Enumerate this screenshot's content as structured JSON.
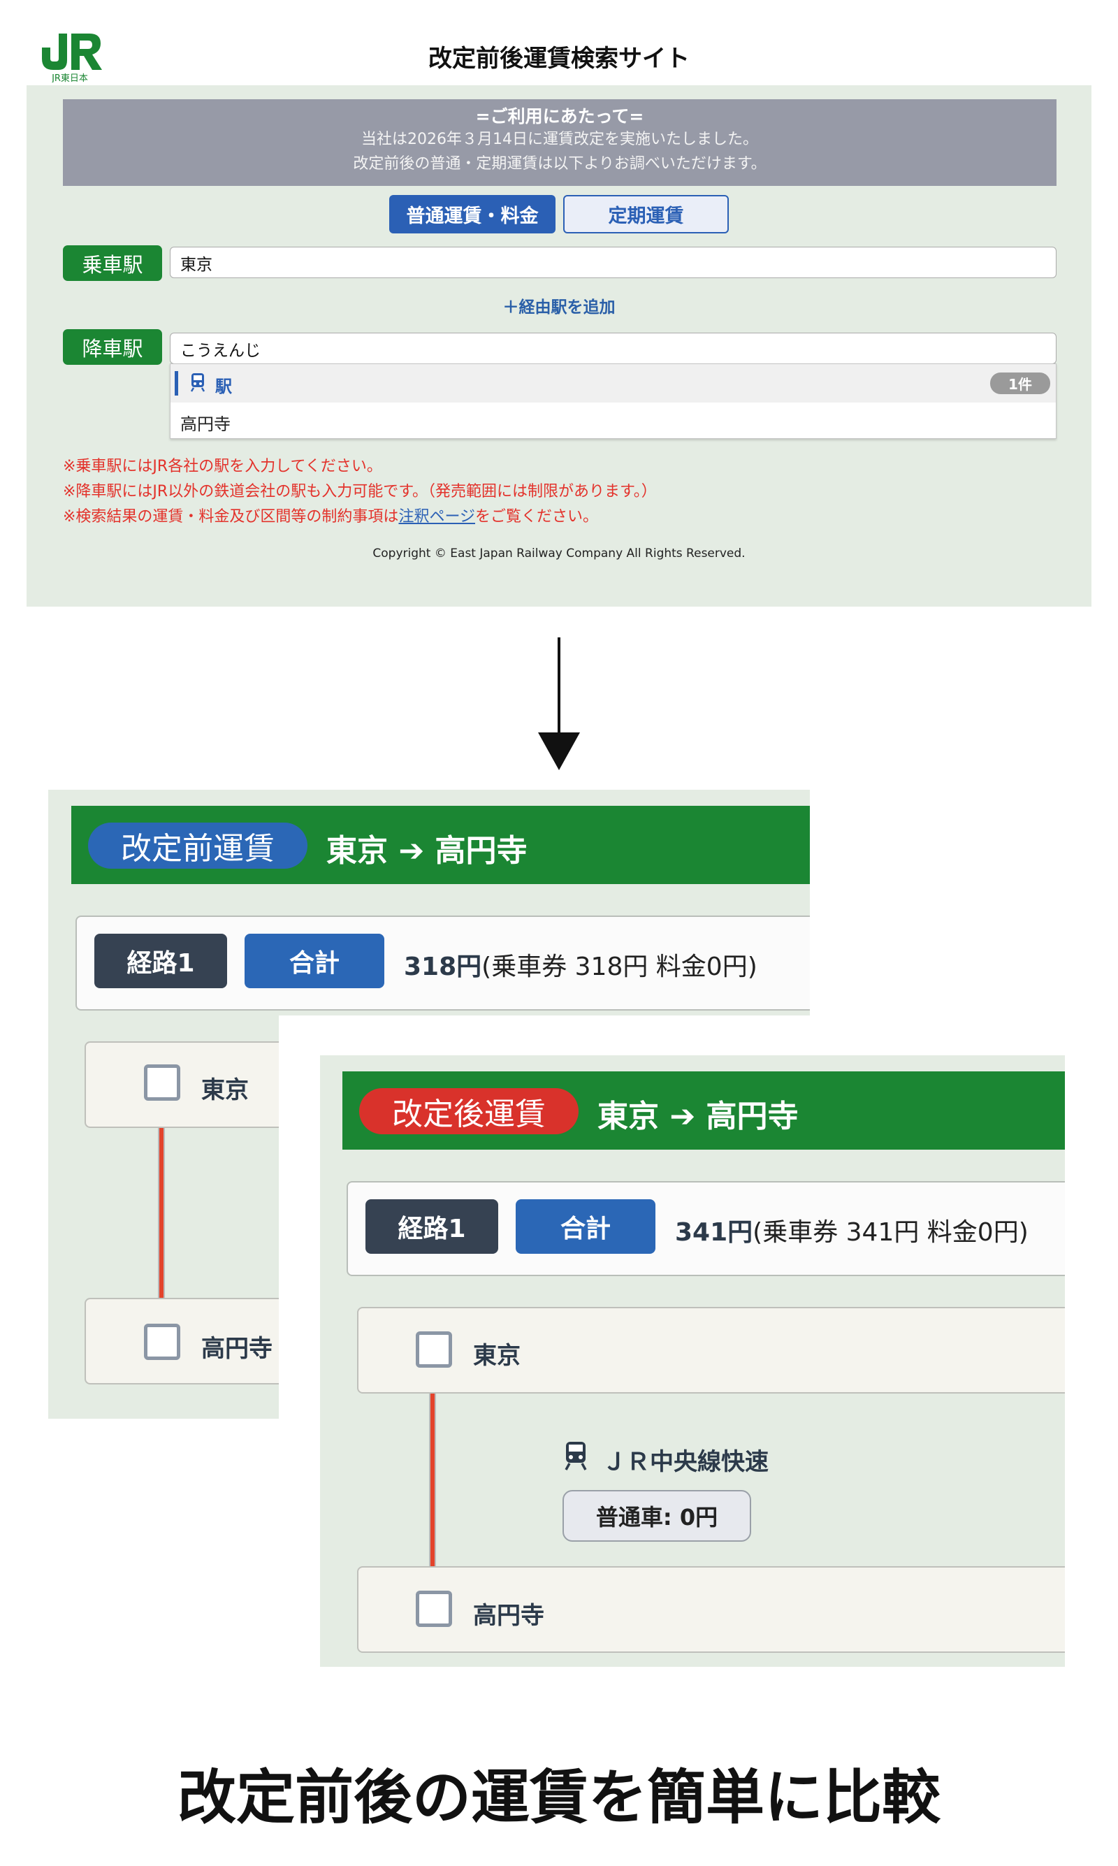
{
  "site": {
    "logo_text": "JR東日本",
    "title": "改定前後運賃検索サイト"
  },
  "notice": {
    "title": "=ご利用にあたって=",
    "line1": "当社は2026年３月14日に運賃改定を実施いたしました。",
    "line2": "改定前後の普通・定期運賃は以下よりお調べいただけます。"
  },
  "tabs": {
    "normal": "普通運賃・料金",
    "commuter": "定期運賃"
  },
  "search": {
    "board_label": "乗車駅",
    "board_value": "東京",
    "add_via": "＋経由駅を追加",
    "alight_label": "降車駅",
    "alight_value": "こうえんじ",
    "suggest_category": "駅",
    "suggest_count": "1件",
    "suggest_item": "高円寺"
  },
  "warnings": {
    "line1": "※乗車駅にはJR各社の駅を入力してください。",
    "line2": "※降車駅にはJR以外の鉄道会社の駅も入力可能です。（発売範囲には制限があります。）",
    "line3_pre": "※検索結果の運賃・料金及び区間等の制約事項は",
    "line3_link": "注釈ページ",
    "line3_post": "をご覧ください。"
  },
  "copyright": "Copyright © East Japan Railway Company All Rights Reserved.",
  "before": {
    "pill": "改定前運賃",
    "pill_color": "#2b67b6",
    "route": "東京 ➔ 高円寺",
    "route_num": "経路1",
    "total_label": "合計",
    "total_amount": "318円",
    "total_detail": "(乗車券 318円 料金0円)",
    "stop_from": "東京",
    "stop_to": "高円寺"
  },
  "after": {
    "pill": "改定後運賃",
    "pill_color": "#d9322b",
    "route": "東京 ➔ 高円寺",
    "route_num": "経路1",
    "total_label": "合計",
    "total_amount": "341円",
    "total_detail": "(乗車券 341円 料金0円)",
    "stop_from": "東京",
    "line_name": "ＪＲ中央線快速",
    "fare_chip": "普通車: 0円",
    "stop_to": "高円寺"
  },
  "caption": "改定前後の運賃を簡単に比較",
  "colors": {
    "jr_green": "#1b8633",
    "accent_blue": "#2b60b5",
    "warning_red": "#e3322b",
    "panel_bg": "#e4ece3"
  }
}
